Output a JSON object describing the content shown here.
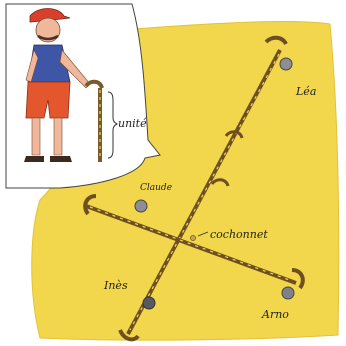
{
  "labels": {
    "unit": "unité",
    "jack": "cochonnet",
    "players": {
      "lea": "Léa",
      "claude": "Claude",
      "ines": "Inès",
      "arno": "Arno"
    }
  },
  "colors": {
    "field": "#f2d64c",
    "stick": "#7b5a2a",
    "ball": "#8d8f94",
    "bubble": "#ffffff"
  }
}
